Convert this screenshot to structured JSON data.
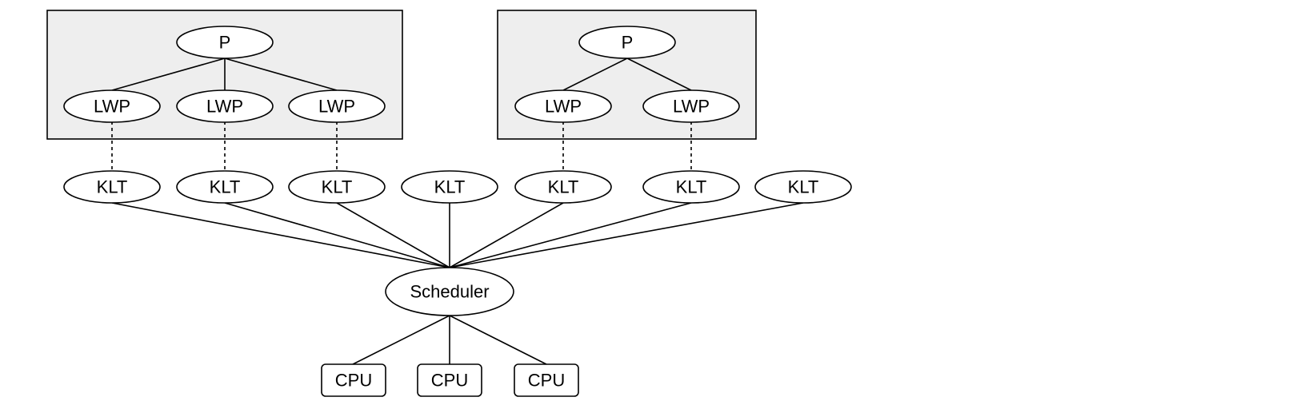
{
  "diagram": {
    "groups": [
      {
        "process": "P",
        "lwps": [
          "LWP",
          "LWP",
          "LWP"
        ]
      },
      {
        "process": "P",
        "lwps": [
          "LWP",
          "LWP"
        ]
      }
    ],
    "klts": [
      "KLT",
      "KLT",
      "KLT",
      "KLT",
      "KLT",
      "KLT",
      "KLT"
    ],
    "scheduler": "Scheduler",
    "cpus": [
      "CPU",
      "CPU",
      "CPU"
    ]
  }
}
